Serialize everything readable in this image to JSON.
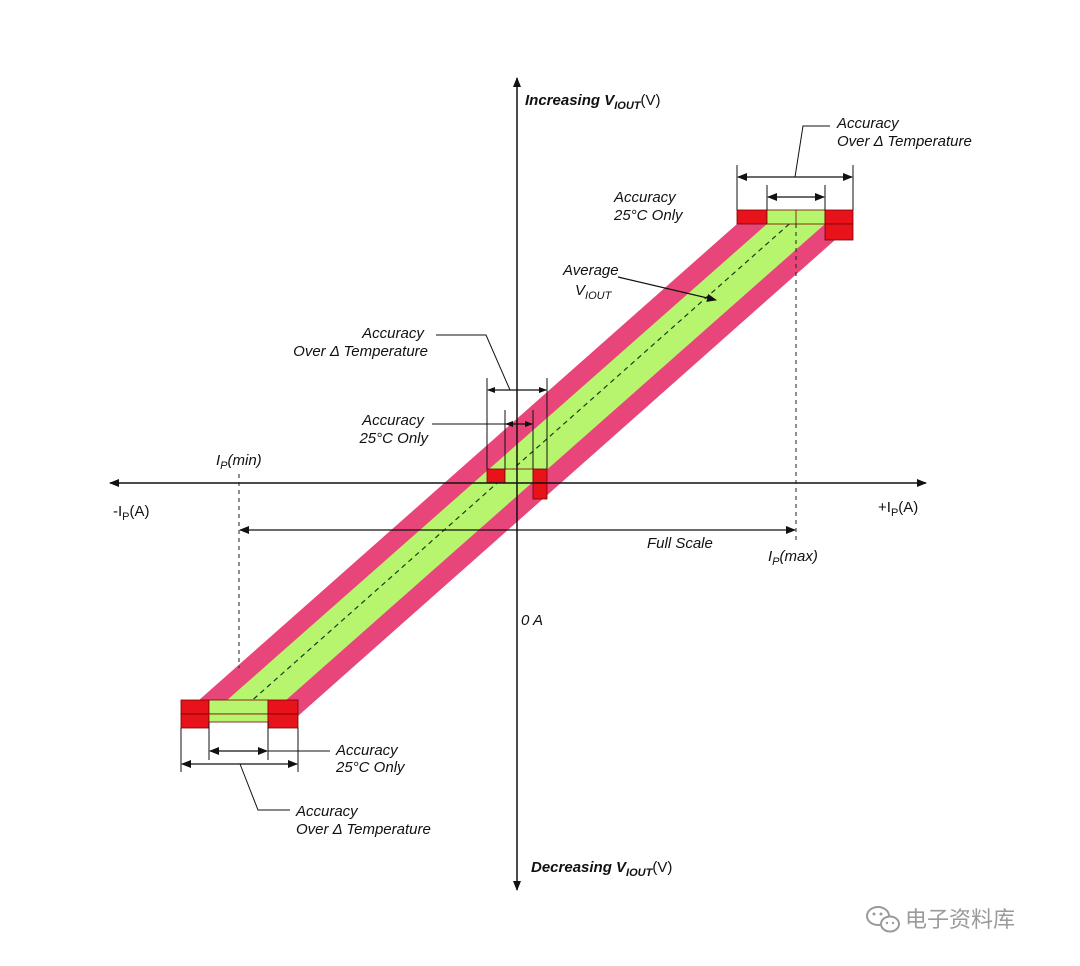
{
  "axes": {
    "y_top_main": "Increasing V",
    "y_top_sub": "IOUT",
    "y_top_unit": "(V)",
    "y_bottom_main": "Decreasing V",
    "y_bottom_sub": "IOUT",
    "y_bottom_unit": "(V)",
    "x_left_prefix": "-I",
    "x_left_sub": "P",
    "x_left_unit": "(A)",
    "x_right_prefix": "+I",
    "x_right_sub": "P",
    "x_right_unit": "(A)",
    "zero_label": "0 A"
  },
  "markers": {
    "ip_min_prefix": "I",
    "ip_min_sub": "P",
    "ip_min_suffix": "(min)",
    "ip_max_prefix": "I",
    "ip_max_sub": "P",
    "ip_max_suffix": "(max)",
    "full_scale": "Full Scale"
  },
  "labels": {
    "top_temp_line1": "Accuracy",
    "top_temp_line2": "Over Δ Temperature",
    "top_25c_line1": "Accuracy",
    "top_25c_line2": "25°C Only",
    "average_line1": "Average",
    "average_main": "V",
    "average_sub": "IOUT",
    "mid_temp_line1": "Accuracy",
    "mid_temp_line2": "Over Δ Temperature",
    "mid_25c_line1": "Accuracy",
    "mid_25c_line2": "25°C Only",
    "bot_25c_line1": "Accuracy",
    "bot_25c_line2": "25°C Only",
    "bot_temp_line1": "Accuracy",
    "bot_temp_line2": "Over Δ Temperature"
  },
  "watermark": {
    "text": "电子资料库",
    "icon": "wechat-icon"
  },
  "colors": {
    "temperature_band": "#e8457a",
    "room_temp_band": "#b8f56e",
    "end_blocks": "#e8131a"
  }
}
